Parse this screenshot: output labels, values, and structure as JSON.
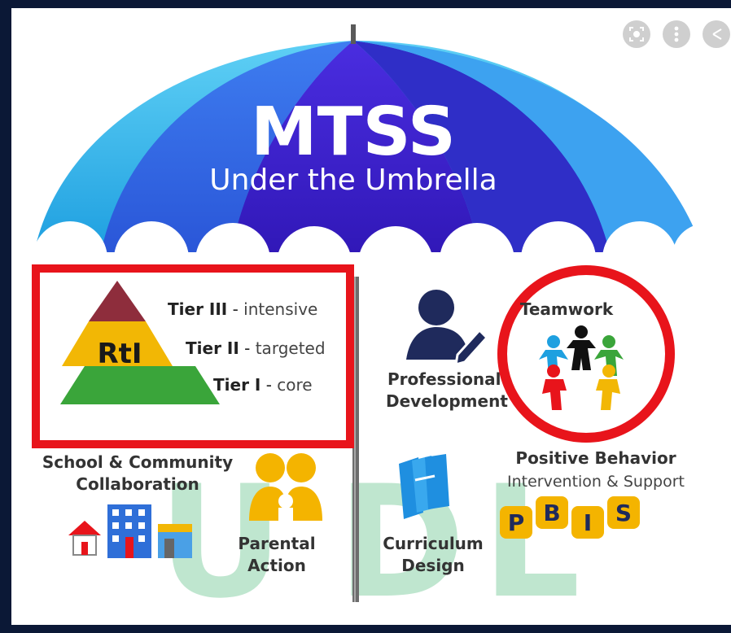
{
  "title": "MTSS",
  "subtitle": "Under the Umbrella",
  "rti": {
    "label": "RtI",
    "tiers": [
      {
        "name": "Tier III",
        "sep": " - ",
        "desc": "intensive"
      },
      {
        "name": "Tier II",
        "sep": " - ",
        "desc": "targeted"
      },
      {
        "name": "Tier I",
        "sep": " - ",
        "desc": "core"
      }
    ]
  },
  "professional": {
    "line1": "Professional",
    "line2": "Development"
  },
  "teamwork": {
    "label": "Teamwork"
  },
  "school": {
    "line1": "School & Community",
    "line2": "Collaboration"
  },
  "parental": {
    "line1": "Parental",
    "line2": "Action"
  },
  "curriculum": {
    "line1": "Curriculum",
    "line2": "Design"
  },
  "pbis": {
    "line1": "Positive Behavior",
    "line2": "Intervention & Support",
    "letters": [
      "P",
      "B",
      "I",
      "S"
    ]
  },
  "udl": {
    "letters": [
      "U",
      "D",
      "L"
    ]
  },
  "colors": {
    "frame": "#0b1836",
    "highlight": "#e8141b",
    "tier3": "#8e2d3c",
    "tier2": "#f2b705",
    "tier1": "#3aa53a",
    "umbrella_dark": "#3a1fd0",
    "umbrella_light": "#33b8ee",
    "udl": "#bfe6cf",
    "pbis": "#f4b400"
  },
  "icons": [
    "scan-icon",
    "more-options-icon",
    "share-icon"
  ]
}
